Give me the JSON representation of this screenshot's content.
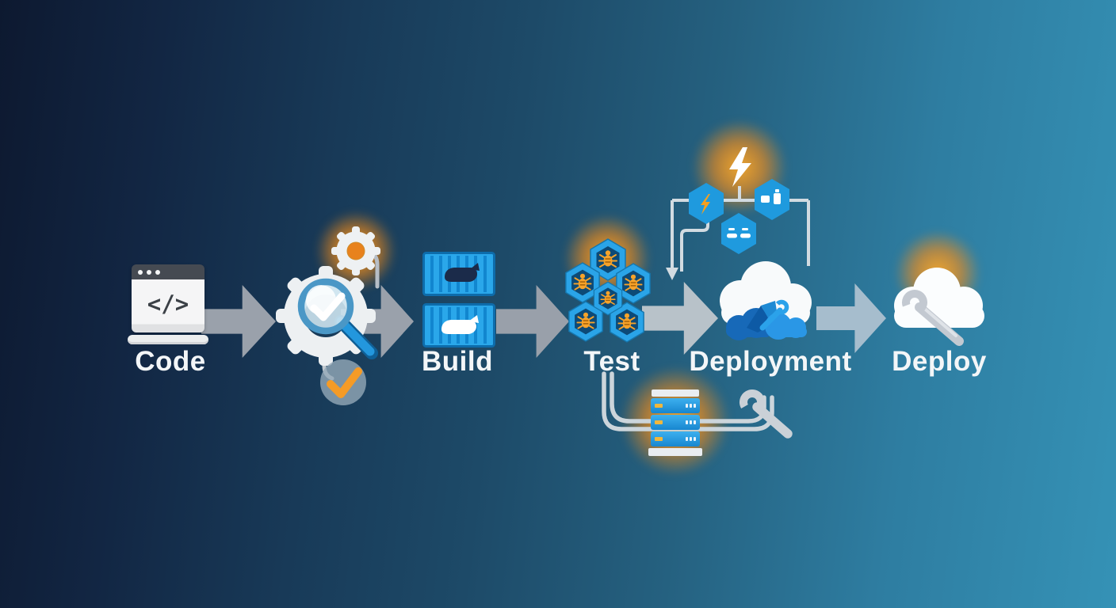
{
  "diagram": {
    "type": "flow",
    "theme": "ci-cd-pipeline",
    "stages": [
      {
        "id": "code",
        "label": "Code",
        "icon": "code-window-icon",
        "glyph": "</>"
      },
      {
        "id": "build",
        "label": "Build",
        "icon": "container-stack-icon"
      },
      {
        "id": "test",
        "label": "Test",
        "icon": "bug-hexagon-cluster-icon"
      },
      {
        "id": "deployment",
        "label": "Deployment",
        "icon": "cloud-deployment-icon"
      },
      {
        "id": "deploy",
        "label": "Deploy",
        "icon": "cloud-wrench-icon"
      }
    ],
    "connectors": {
      "arrow_count": 5,
      "style": "block-arrow-right"
    },
    "decorations": {
      "review_cluster": [
        "gear-icon",
        "small-gear-icon",
        "magnifier-check-icon",
        "check-circle-icon"
      ],
      "deployment_tree": [
        "lightning-bolt-icon",
        "bolt-hexagon-icon",
        "artifacts-hexagon-icon",
        "servers-hexagon-icon"
      ],
      "bottom_branch": [
        "server-rack-icon",
        "wrench-icon"
      ],
      "glow_accent": "orange"
    },
    "colors": {
      "background_left": "#0d1930",
      "background_mid": "#1d4a68",
      "background_right": "#3592b6",
      "glow_orange": "#f6911e",
      "hexagon_blue": "#2aa4e8",
      "container_blue": "#29a7ea",
      "arrow_gray": "#9aa1ab",
      "arrow_light_gray": "#b8c2c9",
      "arrow_steel_blue": "#a6bdcd",
      "connector_line": "#d2dbe1",
      "label_text": "#f3f6f8"
    }
  }
}
